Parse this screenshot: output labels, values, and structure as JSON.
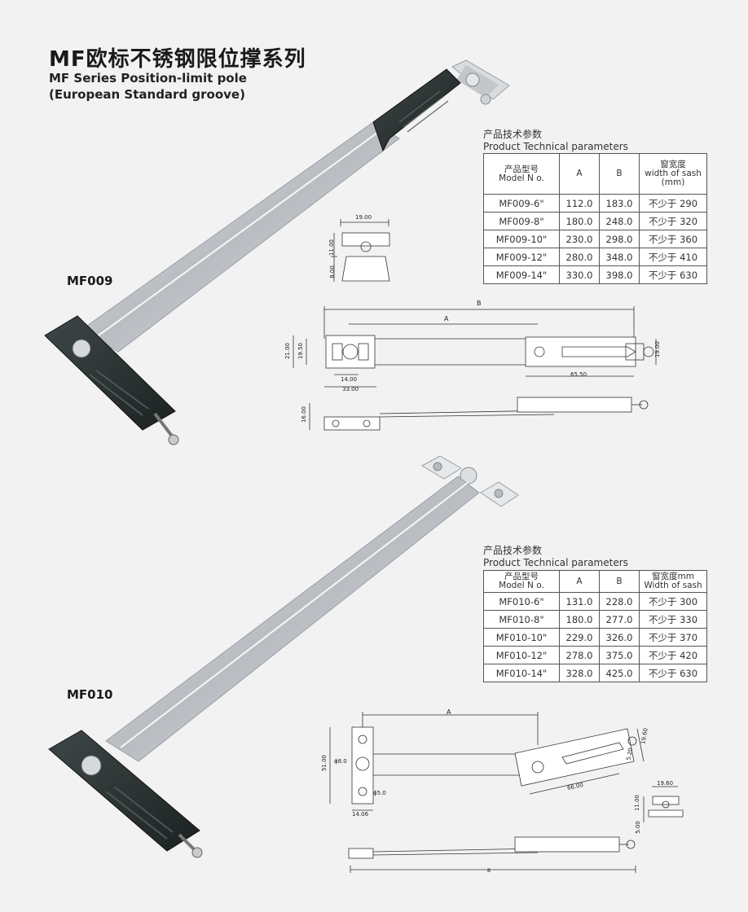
{
  "title": {
    "cn": "MF欧标不锈钢限位撑系列",
    "en_line1": "MF Series Position-limit pole",
    "en_line2": "(European Standard groove)"
  },
  "products": [
    {
      "model": "MF009",
      "spec_title_cn": "产品技术参数",
      "spec_title_en": "Product Technical parameters",
      "columns": [
        "产品型号 Model N o.",
        "A",
        "B",
        "窗宽度 width of sash (mm)"
      ],
      "col_model_cn": "产品型号",
      "col_model_en": "Model N o.",
      "col_a": "A",
      "col_b": "B",
      "col_width_cn": "窗宽度",
      "col_width_en": "width of sash",
      "col_width_unit": "(mm)",
      "rows": [
        [
          "MF009-6\"",
          "112.0",
          "183.0",
          "不少于 290"
        ],
        [
          "MF009-8\"",
          "180.0",
          "248.0",
          "不少于 320"
        ],
        [
          "MF009-10\"",
          "230.0",
          "298.0",
          "不少于 360"
        ],
        [
          "MF009-12\"",
          "280.0",
          "348.0",
          "不少于 410"
        ],
        [
          "MF009-14\"",
          "330.0",
          "398.0",
          "不少于 630"
        ]
      ],
      "dims": {
        "top_width": "19.00",
        "top_h1": "11.00",
        "top_h2": "8.00",
        "b": "B",
        "a": "A",
        "h21": "21.00",
        "h19_5": "19.50",
        "w14": "14.00",
        "w33": "33.00",
        "w65_5": "65.50",
        "h19": "19.00",
        "h16": "16.00"
      }
    },
    {
      "model": "MF010",
      "spec_title_cn": "产品技术参数",
      "spec_title_en": "Product Technical parameters",
      "col_model_cn": "产品型号",
      "col_model_en": "Model N o.",
      "col_a": "A",
      "col_b": "B",
      "col_width_cn": "窗宽度mm",
      "col_width_en": "Width of sash",
      "rows": [
        [
          "MF010-6\"",
          "131.0",
          "228.0",
          "不少于 300"
        ],
        [
          "MF010-8\"",
          "180.0",
          "277.0",
          "不少于 330"
        ],
        [
          "MF010-10\"",
          "229.0",
          "326.0",
          "不少于 370"
        ],
        [
          "MF010-12\"",
          "278.0",
          "375.0",
          "不少于 420"
        ],
        [
          "MF010-14\"",
          "328.0",
          "425.0",
          "不少于 630"
        ]
      ],
      "dims": {
        "a": "A",
        "h51": "51.00",
        "d8": "8.0",
        "d5": "5.0",
        "w14_06": "14.06",
        "w66": "66.00",
        "h19_6": "19.60",
        "h5_2": "5.20",
        "side_w": "19.60",
        "side_h1": "11.00",
        "side_h2": "5.00",
        "b": "B"
      }
    }
  ],
  "colors": {
    "background": "#f2f2f2",
    "steel": "#c9ccd0",
    "grip": "#2b3333",
    "line": "#333333"
  }
}
